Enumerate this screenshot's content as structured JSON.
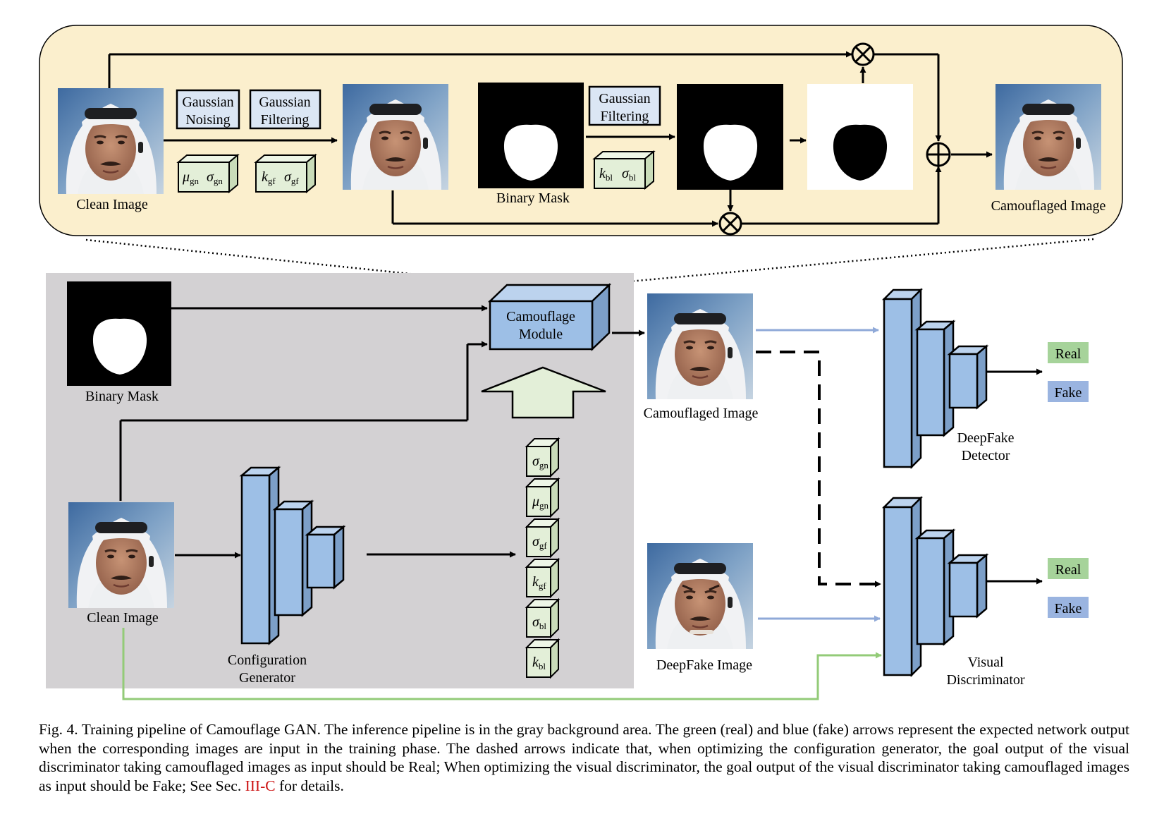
{
  "top_panel": {
    "clean_image_label": "Clean Image",
    "gaussian_noising": [
      "Gaussian",
      "Noising"
    ],
    "gaussian_filtering": [
      "Gaussian",
      "Filtering"
    ],
    "binary_mask_label": "Binary Mask",
    "mask_filtering": [
      "Gaussian",
      "Filtering"
    ],
    "camouflaged_image_label": "Camouflaged Image",
    "params": {
      "mu_gn": {
        "sym": "μ",
        "sub": "gn"
      },
      "sigma_gn": {
        "sym": "σ",
        "sub": "gn"
      },
      "k_gf": {
        "sym": "k",
        "sub": "gf"
      },
      "sigma_gf": {
        "sym": "σ",
        "sub": "gf"
      },
      "k_bl": {
        "sym": "k",
        "sub": "bl"
      },
      "sigma_bl": {
        "sym": "σ",
        "sub": "bl"
      }
    },
    "multiply_symbol": "⊗",
    "add_symbol": "⊕"
  },
  "bottom_panel": {
    "binary_mask_label": "Binary Mask",
    "camouflage_module": [
      "Camouflage",
      "Module"
    ],
    "clean_image_label": "Clean Image",
    "configuration_generator": [
      "Configuration",
      "Generator"
    ],
    "config_params": [
      {
        "sym": "σ",
        "sub": "gn"
      },
      {
        "sym": "μ",
        "sub": "gn"
      },
      {
        "sym": "σ",
        "sub": "gf"
      },
      {
        "sym": "k",
        "sub": "gf"
      },
      {
        "sym": "σ",
        "sub": "bl"
      },
      {
        "sym": "k",
        "sub": "bl"
      }
    ],
    "camouflaged_image_label": "Camouflaged Image",
    "deepfake_image_label": "DeepFake Image",
    "deepfake_detector": [
      "DeepFake",
      "Detector"
    ],
    "visual_discriminator": [
      "Visual",
      "Discriminator"
    ],
    "real_label": "Real",
    "fake_label": "Fake"
  },
  "colors": {
    "top_panel_bg": "#fbefcd",
    "inference_bg": "#d3d1d3",
    "network_blue": "#9dbfe6",
    "param_green": "#e3efd8",
    "real_green": "#a6d39a",
    "fake_blue": "#9ab4e0",
    "fake_arrow": "#8fa9d8",
    "real_arrow": "#93cb78",
    "caption_ref": "#cc1111"
  },
  "caption": {
    "text_before": "Fig. 4.  Training pipeline of Camouflage GAN. The inference pipeline is in the gray background area. The green (real) and blue (fake) arrows represent the expected network output when the corresponding images are input in the training phase. The dashed arrows indicate that, when optimizing the configuration generator, the goal output of the visual discriminator taking camouflaged images as input should be Real; When optimizing the visual discriminator, the goal output of the visual discriminator taking camouflaged images as input should be Fake; See Sec. ",
    "ref": "III-C",
    "text_after": " for details."
  }
}
